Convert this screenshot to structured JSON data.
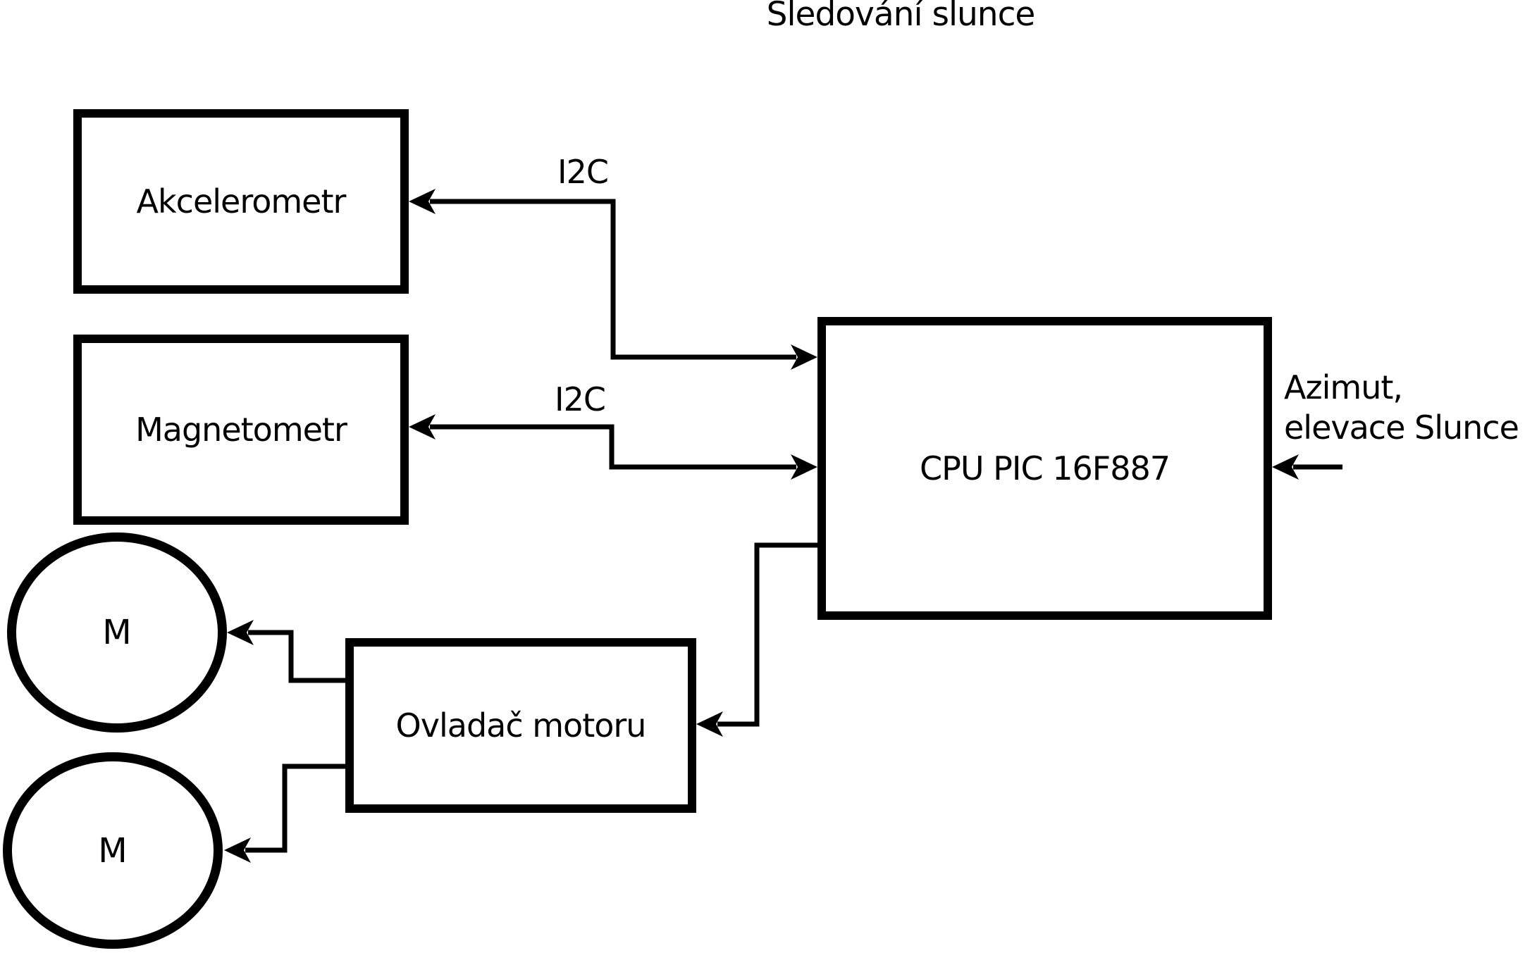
{
  "title": "Sledování slunce",
  "blocks": {
    "accelerometer": {
      "label": "Akcelerometr"
    },
    "magnetometer": {
      "label": "Magnetometr"
    },
    "cpu": {
      "label": "CPU PIC 16F887"
    },
    "motor_driver": {
      "label": "Ovladač motoru"
    }
  },
  "motors": {
    "motor_top": {
      "label": "M"
    },
    "motor_bottom": {
      "label": "M"
    }
  },
  "bus_labels": {
    "i2c_accelerometer": "I2C",
    "i2c_magnetometer": "I2C"
  },
  "external_input": {
    "line1": "Azimut,",
    "line2": "elevace Slunce"
  },
  "colors": {
    "ink": "#000000",
    "background": "#ffffff"
  }
}
